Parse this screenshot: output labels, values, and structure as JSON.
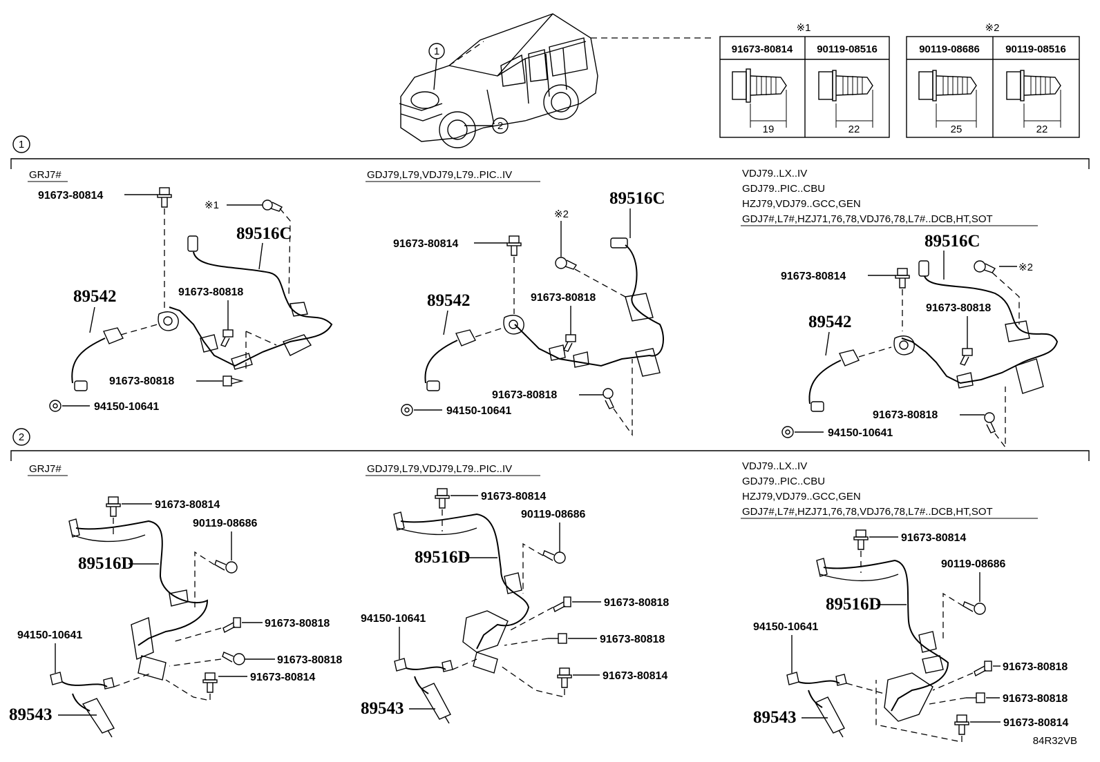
{
  "diagram_id": "84R32VB",
  "vehicle": {
    "callouts": [
      "1",
      "2"
    ]
  },
  "ref_tables": [
    {
      "mark": "※1",
      "parts": [
        {
          "pn": "91673-80814",
          "length": "19"
        },
        {
          "pn": "90119-08516",
          "length": "22"
        }
      ]
    },
    {
      "mark": "※2",
      "parts": [
        {
          "pn": "90119-08686",
          "length": "25"
        },
        {
          "pn": "90119-08516",
          "length": "22"
        }
      ]
    }
  ],
  "sections": [
    {
      "number": "1"
    },
    {
      "number": "2"
    }
  ],
  "conditions": {
    "grj": "GRJ7#",
    "gdj": "GDJ79,L79,VDJ79,L79..PIC..IV",
    "vdj": [
      "VDJ79..LX..IV",
      "GDJ79..PIC..CBU",
      "HZJ79,VDJ79..GCC,GEN",
      "GDJ7#,L7#,HZJ71,76,78,VDJ76,78,L7#..DCB,HT,SOT"
    ]
  },
  "marks": {
    "ref1": "※1",
    "ref2": "※2"
  },
  "parts": {
    "bolt_91673_80814": "91673-80814",
    "bolt_91673_80818": "91673-80818",
    "nut_94150_10641": "94150-10641",
    "bolt_90119_08686": "90119-08686",
    "sensor_89542": "89542",
    "harness_89516C": "89516C",
    "harness_89516D": "89516D",
    "sensor_89543": "89543"
  }
}
